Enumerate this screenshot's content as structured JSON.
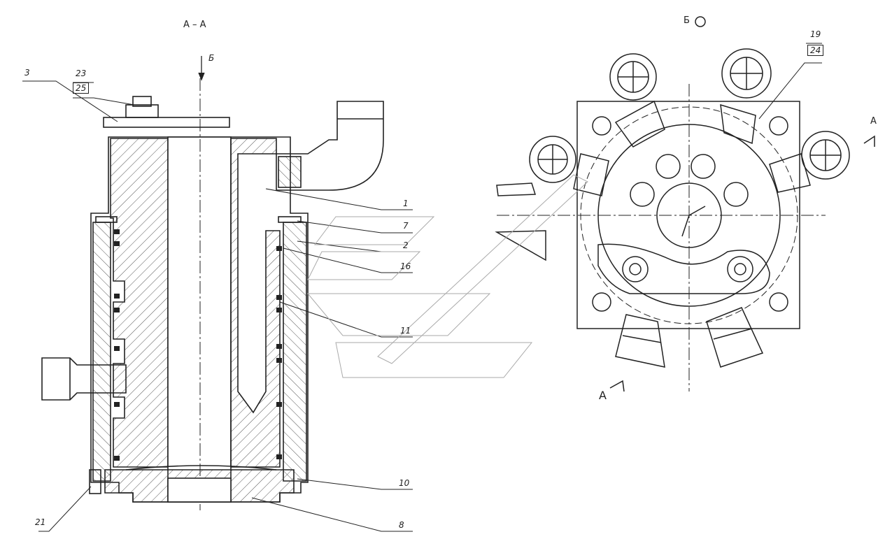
{
  "section_title": "А – А",
  "view_title": "Б",
  "direction_arrow_label": "Б",
  "section_marks": {
    "top_right": "А",
    "bottom": "А"
  },
  "callouts": {
    "c3": "3",
    "c23": "23",
    "c25": "25",
    "c1": "1",
    "c7": "7",
    "c2": "2",
    "c16": "16",
    "c11": "11",
    "c10": "10",
    "c8": "8",
    "c21": "21",
    "c19": "19",
    "c24": "24"
  },
  "colors": {
    "line": "#222222",
    "hatch": "#555555",
    "background": "#ffffff"
  }
}
